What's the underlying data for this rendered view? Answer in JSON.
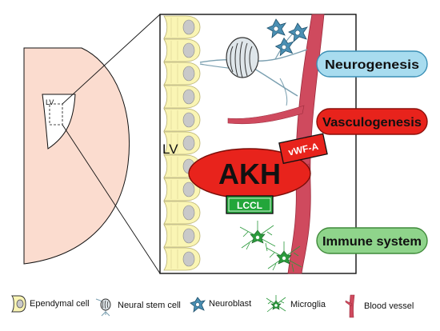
{
  "diagram": {
    "small_lv_label": "LV",
    "lv_label": "LV",
    "akh_label": "AKH",
    "vwfa_label": "vWF-A",
    "lccl_label": "LCCL",
    "outcomes": [
      {
        "label": "Neurogenesis",
        "fill": "#a8dcef",
        "stroke": "#3a8fb5",
        "text_color": "#111111"
      },
      {
        "label": "Vasculogenesis",
        "fill": "#e8231c",
        "stroke": "#8a0f0a",
        "text_color": "#111111"
      },
      {
        "label": "Immune system",
        "fill": "#8fd48b",
        "stroke": "#3f8a3a",
        "text_color": "#111111"
      }
    ],
    "colors": {
      "brain_fill": "#fbdccf",
      "ependymal_fill": "#faf5b4",
      "nucleus_fill": "#c9c9c9",
      "vessel_fill": "#cf4a5e",
      "akh_fill": "#e8231c",
      "lccl_fill": "#22a63a",
      "neuroblast_fill": "#4a8fb3",
      "microglia_fill": "#2c9a3d"
    }
  },
  "legend": [
    {
      "label": "Ependymal cell",
      "icon": "ependymal-cell-icon"
    },
    {
      "label": "Neural stem cell",
      "icon": "neural-stem-cell-icon"
    },
    {
      "label": "Neuroblast",
      "icon": "neuroblast-icon"
    },
    {
      "label": "Microglia",
      "icon": "microglia-icon"
    },
    {
      "label": "Blood vessel",
      "icon": "blood-vessel-icon"
    }
  ]
}
